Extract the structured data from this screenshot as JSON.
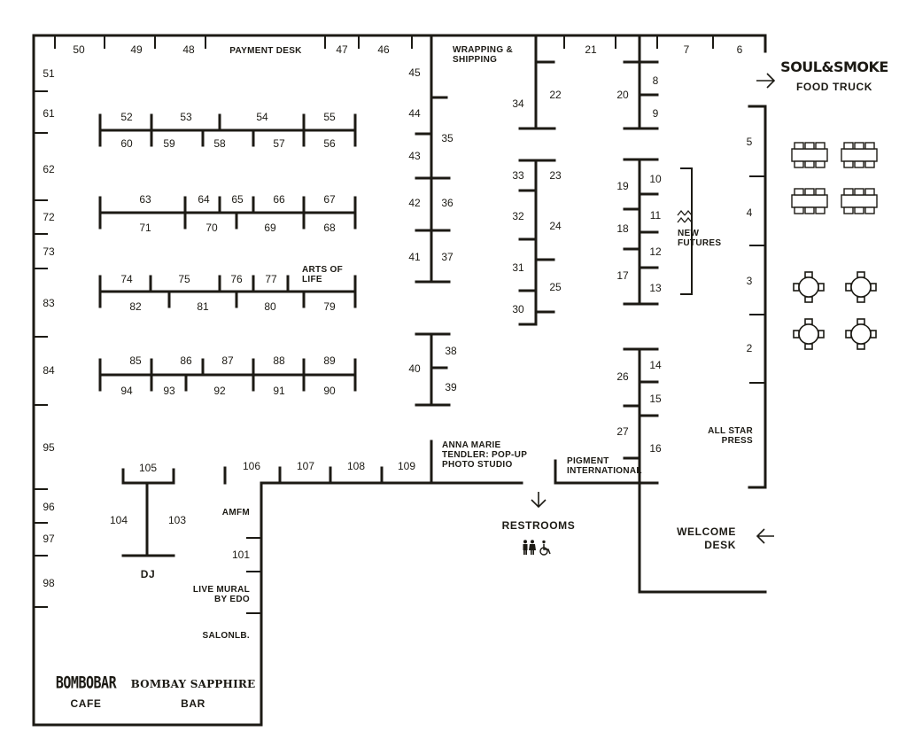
{
  "booths": {
    "b2": "2",
    "b3": "3",
    "b4": "4",
    "b5": "5",
    "b6": "6",
    "b7": "7",
    "b8": "8",
    "b9": "9",
    "b10": "10",
    "b11": "11",
    "b12": "12",
    "b13": "13",
    "b14": "14",
    "b15": "15",
    "b16": "16",
    "b17": "17",
    "b18": "18",
    "b19": "19",
    "b20": "20",
    "b21": "21",
    "b22": "22",
    "b23": "23",
    "b24": "24",
    "b25": "25",
    "b26": "26",
    "b27": "27",
    "b30": "30",
    "b31": "31",
    "b32": "32",
    "b33": "33",
    "b34": "34",
    "b35": "35",
    "b36": "36",
    "b37": "37",
    "b38": "38",
    "b39": "39",
    "b40": "40",
    "b41": "41",
    "b42": "42",
    "b43": "43",
    "b44": "44",
    "b45": "45",
    "b46": "46",
    "b47": "47",
    "b48": "48",
    "b49": "49",
    "b50": "50",
    "b51": "51",
    "b52": "52",
    "b53": "53",
    "b54": "54",
    "b55": "55",
    "b56": "56",
    "b57": "57",
    "b58": "58",
    "b59": "59",
    "b60": "60",
    "b61": "61",
    "b62": "62",
    "b63": "63",
    "b64": "64",
    "b65": "65",
    "b66": "66",
    "b67": "67",
    "b68": "68",
    "b69": "69",
    "b70": "70",
    "b71": "71",
    "b72": "72",
    "b73": "73",
    "b74": "74",
    "b75": "75",
    "b76": "76",
    "b77": "77",
    "b79": "79",
    "b80": "80",
    "b81": "81",
    "b82": "82",
    "b83": "83",
    "b84": "84",
    "b85": "85",
    "b86": "86",
    "b87": "87",
    "b88": "88",
    "b89": "89",
    "b90": "90",
    "b91": "91",
    "b92": "92",
    "b93": "93",
    "b94": "94",
    "b95": "95",
    "b96": "96",
    "b97": "97",
    "b98": "98",
    "b101": "101",
    "b103": "103",
    "b104": "104",
    "b105": "105",
    "b106": "106",
    "b107": "107",
    "b108": "108",
    "b109": "109"
  },
  "areas": {
    "payment_desk": "PAYMENT DESK",
    "wrapping_1": "WRAPPING &",
    "wrapping_2": "SHIPPING",
    "arts_1": "ARTS OF",
    "arts_2": "LIFE",
    "new_futures_1": "NEW",
    "new_futures_2": "FUTURES",
    "all_star_1": "ALL STAR",
    "all_star_2": "PRESS",
    "photo_1": "ANNA MARIE",
    "photo_2": "TENDLER: POP-UP",
    "photo_3": "PHOTO STUDIO",
    "pigment_1": "PIGMENT",
    "pigment_2": "INTERNATIONAL",
    "restrooms": "RESTROOMS",
    "welcome_1": "WELCOME",
    "welcome_2": "DESK",
    "amfm": "AMFM",
    "live_mural_1": "LIVE MURAL",
    "live_mural_2": "BY EDO",
    "salon": "SALONLB.",
    "dj": "DJ",
    "food_truck": "FOOD TRUCK",
    "cafe": "CAFE",
    "bar": "BAR"
  },
  "logos": {
    "soul_smoke": "SOUL&SMOKE",
    "bombobar": "BOMBOBAR",
    "bombay": "BOMBAY SAPPHIRE"
  },
  "icons": [
    "arrow-right-icon",
    "arrow-down-icon",
    "arrow-left-icon",
    "restroom-icon",
    "new-futures-logo-icon",
    "picnic-table-icon",
    "round-table-icon"
  ],
  "colors": {
    "ink": "#1c1a14",
    "background": "#ffffff"
  }
}
